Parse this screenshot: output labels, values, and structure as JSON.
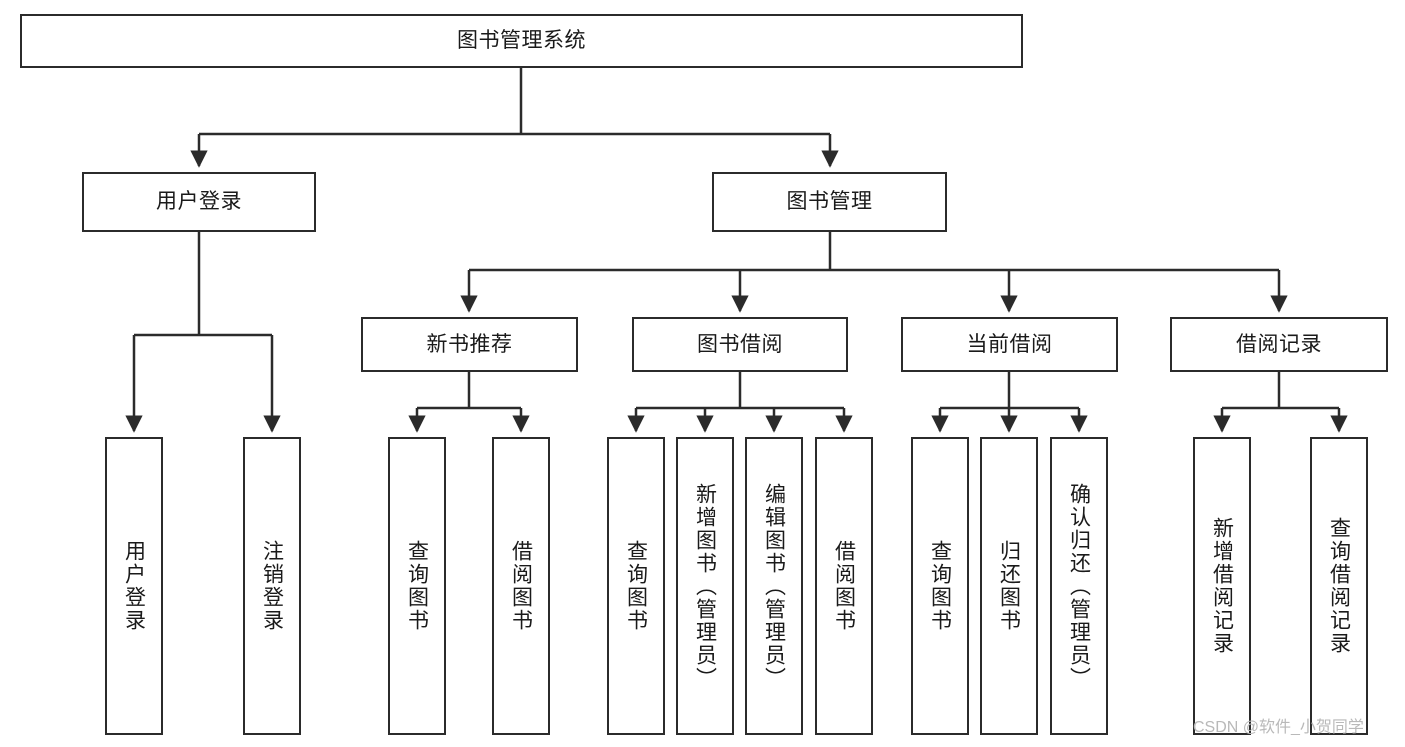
{
  "diagram": {
    "title": "图书管理系统",
    "root": {
      "id": "root",
      "label": "图书管理系统"
    },
    "level2": [
      {
        "id": "user-login",
        "label": "用户登录"
      },
      {
        "id": "book-management",
        "label": "图书管理"
      }
    ],
    "level3": [
      {
        "id": "new-book-recommend",
        "label": "新书推荐",
        "parent": "book-management"
      },
      {
        "id": "book-borrow",
        "label": "图书借阅",
        "parent": "book-management"
      },
      {
        "id": "current-borrow",
        "label": "当前借阅",
        "parent": "book-management"
      },
      {
        "id": "borrow-record",
        "label": "借阅记录",
        "parent": "book-management"
      }
    ],
    "leaves": [
      {
        "id": "leaf-user-login",
        "label": "用户登录",
        "parent": "user-login"
      },
      {
        "id": "leaf-logout",
        "label": "注销登录",
        "parent": "user-login"
      },
      {
        "id": "leaf-query-book-1",
        "label": "查询图书",
        "parent": "new-book-recommend"
      },
      {
        "id": "leaf-borrow-book-1",
        "label": "借阅图书",
        "parent": "new-book-recommend"
      },
      {
        "id": "leaf-query-book-2",
        "label": "查询图书",
        "parent": "book-borrow"
      },
      {
        "id": "leaf-add-book",
        "label": "新增图书（管理员）",
        "parent": "book-borrow"
      },
      {
        "id": "leaf-edit-book",
        "label": "编辑图书（管理员）",
        "parent": "book-borrow"
      },
      {
        "id": "leaf-borrow-book-2",
        "label": "借阅图书",
        "parent": "book-borrow"
      },
      {
        "id": "leaf-query-book-3",
        "label": "查询图书",
        "parent": "current-borrow"
      },
      {
        "id": "leaf-return-book",
        "label": "归还图书",
        "parent": "current-borrow"
      },
      {
        "id": "leaf-confirm-return",
        "label": "确认归还（管理员）",
        "parent": "current-borrow"
      },
      {
        "id": "leaf-add-record",
        "label": "新增借阅记录",
        "parent": "borrow-record"
      },
      {
        "id": "leaf-query-record",
        "label": "查询借阅记录",
        "parent": "borrow-record"
      }
    ]
  },
  "watermark": {
    "text": "CSDN @软件_小贺同学"
  },
  "colors": {
    "stroke": "#2b2b2b",
    "fill": "#ffffff",
    "text": "#1a1a1a",
    "watermark": "#b9b9b9"
  }
}
